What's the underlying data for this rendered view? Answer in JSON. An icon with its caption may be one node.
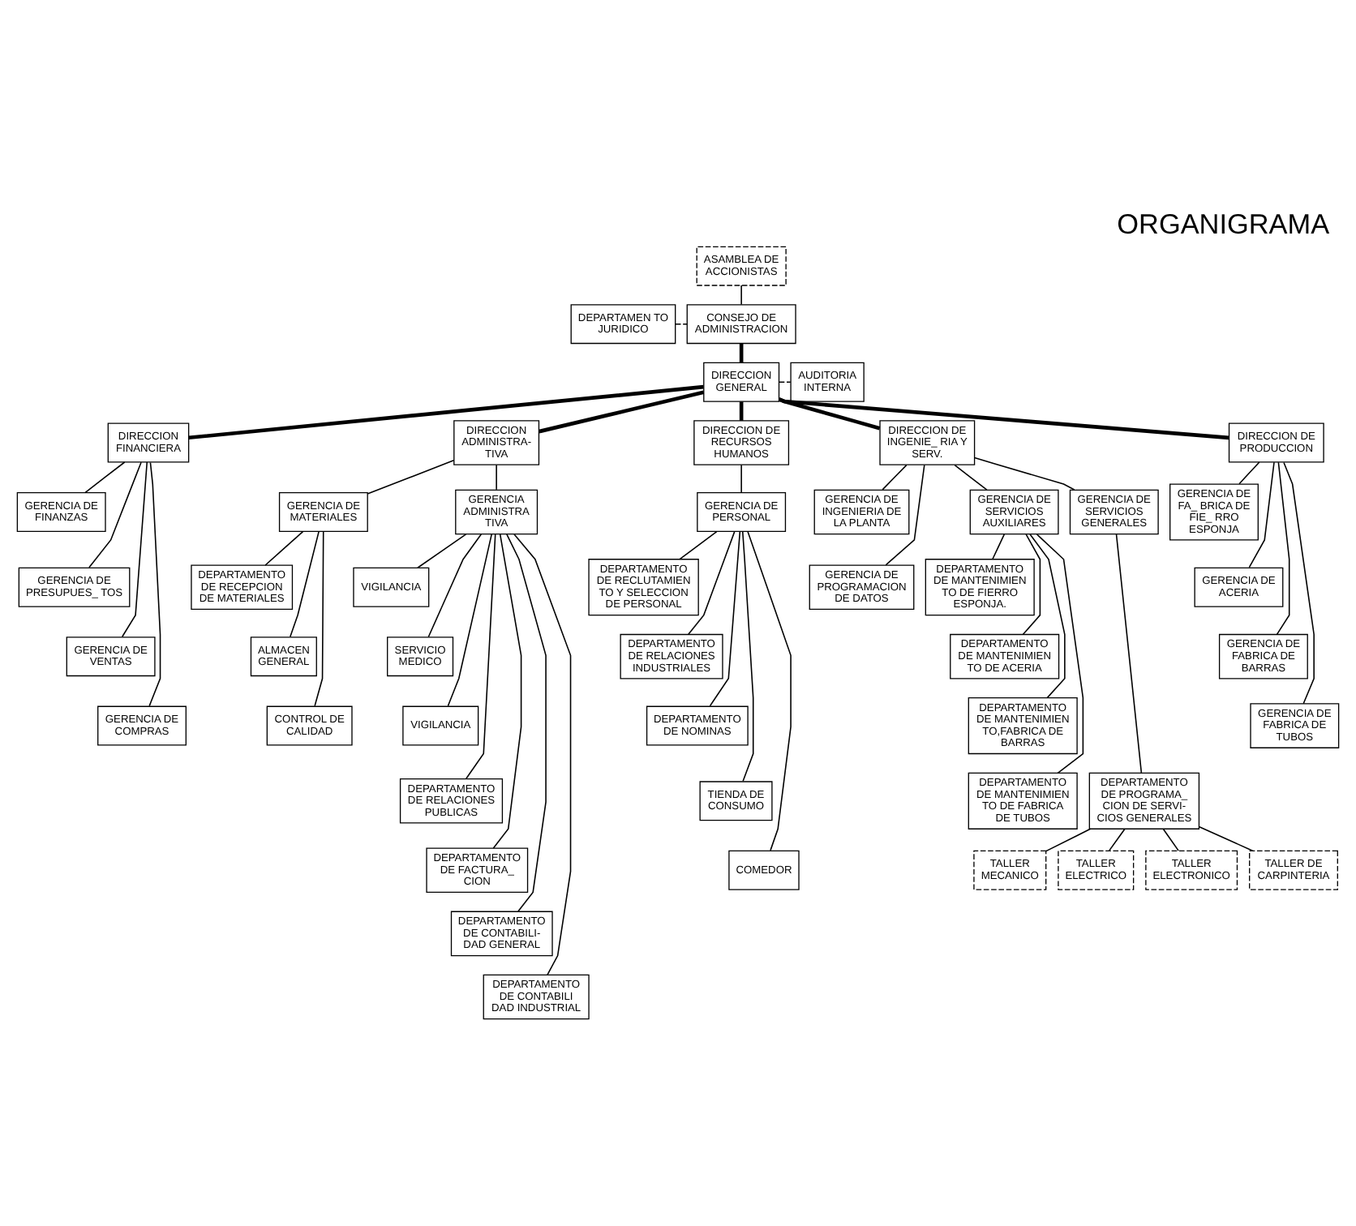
{
  "diagram": {
    "title": "ORGANIGRAMA",
    "nodes": [
      {
        "text": [
          "ASAMBLEA DE ACCIONISTAS"
        ]
      },
      {
        "text": [
          "CONSEJO DE ADMINISTRACION"
        ]
      },
      {
        "text": [
          "DEPARTAMEN TO JURIDICO"
        ]
      },
      {
        "text": [
          "DIRECCION GENERAL"
        ]
      },
      {
        "text": [
          "AUDITORIA INTERNA"
        ]
      },
      {
        "text": [
          "DIRECCION FINANCIERA"
        ]
      },
      {
        "text": [
          "DIRECCION ADMINISTRA- TIVA"
        ]
      },
      {
        "text": [
          "DIRECCION DE RECURSOS HUMANOS"
        ]
      },
      {
        "text": [
          "DIRECCION DE INGENIE_ RIA Y SERV."
        ]
      },
      {
        "text": [
          "DIRECCION DE PRODUCCION"
        ]
      },
      {
        "text": [
          "GERENCIA DE FINANZAS"
        ]
      },
      {
        "text": [
          "GERENCIA DE PRESUPUES_ TOS"
        ]
      },
      {
        "text": [
          "GERENCIA DE VENTAS"
        ]
      },
      {
        "text": [
          "GERENCIA DE COMPRAS"
        ]
      },
      {
        "text": [
          "GERENCIA DE MATERIALES"
        ]
      },
      {
        "text": [
          "GERENCIA ADMINISTRA TIVA"
        ]
      },
      {
        "text": [
          "DEPARTAMENTO DE RECEPCION DE MATERIALES"
        ]
      },
      {
        "text": [
          "ALMACEN GENERAL"
        ]
      },
      {
        "text": [
          "CONTROL DE CALIDAD"
        ]
      },
      {
        "text": [
          "VIGILANCIA"
        ]
      },
      {
        "text": [
          "SERVICIO MEDICO"
        ]
      },
      {
        "text": [
          "VIGILANCIA"
        ]
      },
      {
        "text": [
          "DEPARTAMENTO DE RELACIONES PUBLICAS"
        ]
      },
      {
        "text": [
          "DEPARTAMENTO DE FACTURA_ CION"
        ]
      },
      {
        "text": [
          "DEPARTAMENTO DE CONTABILI- DAD GENERAL"
        ]
      },
      {
        "text": [
          "DEPARTAMENTO DE CONTABILI DAD INDUSTRIAL"
        ]
      },
      {
        "text": [
          "GERENCIA DE PERSONAL"
        ]
      },
      {
        "text": [
          "DEPARTAMENTO DE RECLUTAMIEN TO Y SELECCION DE PERSONAL"
        ]
      },
      {
        "text": [
          "DEPARTAMENTO DE RELACIONES INDUSTRIALES"
        ]
      },
      {
        "text": [
          "DEPARTAMENTO DE NOMINAS"
        ]
      },
      {
        "text": [
          "TIENDA DE CONSUMO"
        ]
      },
      {
        "text": [
          "COMEDOR"
        ]
      },
      {
        "text": [
          "GERENCIA DE INGENIERIA DE LA PLANTA"
        ]
      },
      {
        "text": [
          "GERENCIA DE PROGRAMACION DE DATOS"
        ]
      },
      {
        "text": [
          "GERENCIA DE SERVICIOS AUXILIARES"
        ]
      },
      {
        "text": [
          "GERENCIA DE SERVICIOS GENERALES"
        ]
      },
      {
        "text": [
          "DEPARTAMENTO DE MANTENIMIEN TO DE FIERRO ESPONJA."
        ]
      },
      {
        "text": [
          "DEPARTAMENTO DE MANTENIMIEN TO DE ACERIA"
        ]
      },
      {
        "text": [
          "DEPARTAMENTO DE MANTENIMIEN TO,FABRICA DE BARRAS"
        ]
      },
      {
        "text": [
          "DEPARTAMENTO DE MANTENIMIEN TO DE FABRICA DE TUBOS"
        ]
      },
      {
        "text": [
          "DEPARTAMENTO DE PROGRAMA_ CION DE SERVI- CIOS GENERALES"
        ]
      },
      {
        "text": [
          "TALLER MECANICO"
        ]
      },
      {
        "text": [
          "TALLER ELECTRICO"
        ]
      },
      {
        "text": [
          "TALLER ELECTRONICO"
        ]
      },
      {
        "text": [
          "TALLER DE CARPINTERIA"
        ]
      },
      {
        "text": [
          "GERENCIA DE FA_ BRICA DE FIE_ RRO ESPONJA"
        ]
      },
      {
        "text": [
          "GERENCIA DE ACERIA"
        ]
      },
      {
        "text": [
          "GERENCIA DE FABRICA DE BARRAS"
        ]
      },
      {
        "text": [
          "GERENCIA DE FABRICA DE TUBOS"
        ]
      }
    ],
    "edges": [
      {
        "from": 0,
        "to": 1,
        "arrow": "none"
      },
      {
        "from": 2,
        "to": 1,
        "arrow": "none",
        "style": "dashed"
      },
      {
        "from": 1,
        "to": 3,
        "arrow": "none",
        "style": "thick"
      },
      {
        "from": 3,
        "to": 4,
        "arrow": "none",
        "style": "dashed"
      },
      {
        "from": 3,
        "to": 5,
        "arrow": "none",
        "style": "thick"
      },
      {
        "from": 3,
        "to": 6,
        "arrow": "none",
        "style": "thick"
      },
      {
        "from": 3,
        "to": 7,
        "arrow": "none",
        "style": "thick"
      },
      {
        "from": 3,
        "to": 8,
        "arrow": "none",
        "style": "thick"
      },
      {
        "from": 3,
        "to": 9,
        "arrow": "none",
        "style": "thick"
      },
      {
        "from": 5,
        "to": 10,
        "arrow": "none"
      },
      {
        "from": 5,
        "to": 11,
        "arrow": "none"
      },
      {
        "from": 5,
        "to": 12,
        "arrow": "none"
      },
      {
        "from": 5,
        "to": 13,
        "arrow": "none"
      },
      {
        "from": 6,
        "to": 14,
        "arrow": "none"
      },
      {
        "from": 6,
        "to": 15,
        "arrow": "none"
      },
      {
        "from": 14,
        "to": 16,
        "arrow": "none"
      },
      {
        "from": 14,
        "to": 17,
        "arrow": "none"
      },
      {
        "from": 14,
        "to": 18,
        "arrow": "none"
      },
      {
        "from": 15,
        "to": 19,
        "arrow": "none"
      },
      {
        "from": 15,
        "to": 20,
        "arrow": "none"
      },
      {
        "from": 15,
        "to": 21,
        "arrow": "none"
      },
      {
        "from": 15,
        "to": 22,
        "arrow": "none"
      },
      {
        "from": 15,
        "to": 23,
        "arrow": "none"
      },
      {
        "from": 15,
        "to": 24,
        "arrow": "none"
      },
      {
        "from": 15,
        "to": 25,
        "arrow": "none"
      },
      {
        "from": 7,
        "to": 26,
        "arrow": "none"
      },
      {
        "from": 26,
        "to": 27,
        "arrow": "none"
      },
      {
        "from": 26,
        "to": 28,
        "arrow": "none"
      },
      {
        "from": 26,
        "to": 29,
        "arrow": "none"
      },
      {
        "from": 26,
        "to": 30,
        "arrow": "none"
      },
      {
        "from": 26,
        "to": 31,
        "arrow": "none"
      },
      {
        "from": 8,
        "to": 32,
        "arrow": "none"
      },
      {
        "from": 8,
        "to": 33,
        "arrow": "none"
      },
      {
        "from": 8,
        "to": 34,
        "arrow": "none"
      },
      {
        "from": 8,
        "to": 35,
        "arrow": "none"
      },
      {
        "from": 34,
        "to": 36,
        "arrow": "none"
      },
      {
        "from": 34,
        "to": 37,
        "arrow": "none"
      },
      {
        "from": 34,
        "to": 38,
        "arrow": "none"
      },
      {
        "from": 34,
        "to": 39,
        "arrow": "none"
      },
      {
        "from": 35,
        "to": 40,
        "arrow": "none"
      },
      {
        "from": 40,
        "to": 41,
        "arrow": "none"
      },
      {
        "from": 40,
        "to": 42,
        "arrow": "none"
      },
      {
        "from": 40,
        "to": 43,
        "arrow": "none"
      },
      {
        "from": 40,
        "to": 44,
        "arrow": "none"
      },
      {
        "from": 9,
        "to": 45,
        "arrow": "none"
      },
      {
        "from": 9,
        "to": 46,
        "arrow": "none"
      },
      {
        "from": 9,
        "to": 47,
        "arrow": "none"
      },
      {
        "from": 9,
        "to": 48,
        "arrow": "none"
      }
    ]
  }
}
